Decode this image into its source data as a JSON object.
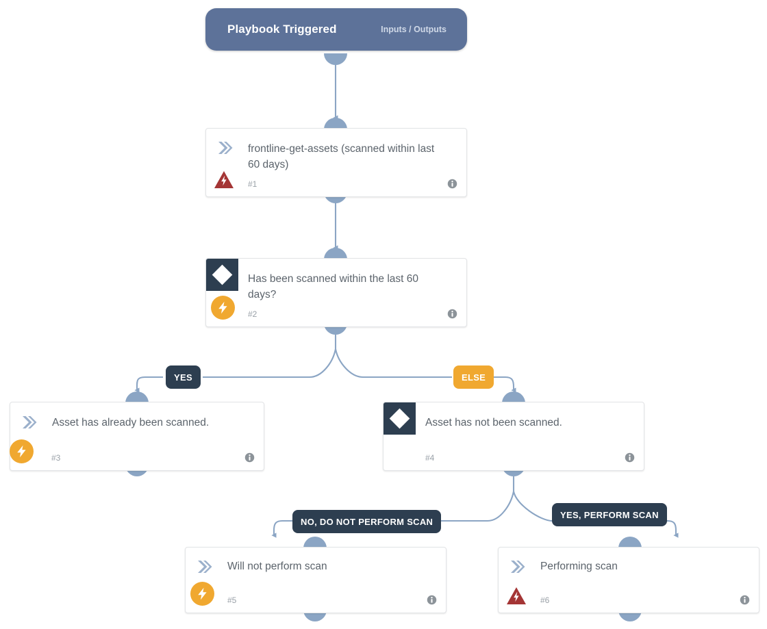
{
  "diagram": {
    "type": "playbook-flowchart",
    "title": "Playbook Triggered",
    "colors": {
      "trigger_fill": "#5d7299",
      "edge": "#8ba5c4",
      "port": "#8ba5c4",
      "decision_box": "#2d3e50",
      "bolt_badge": "#F0A830",
      "warning_badge": "#A43535",
      "chevron_icon": "#9bb0cb",
      "card_border": "#e2e4e6",
      "card_text": "#5b636b",
      "muted_text": "#9aa1a8",
      "info_icon": "#8c9399",
      "branch_dark": "#2d3e50",
      "branch_orange": "#F0A830"
    }
  },
  "trigger": {
    "title": "Playbook Triggered",
    "io_label": "Inputs / Outputs"
  },
  "nodes": [
    {
      "id": "n1",
      "number": "#1",
      "title": "frontline-get-assets (scanned within last 60 days)",
      "kind": "action",
      "icon": "chevron-icon",
      "badge": "warning-badge",
      "info": "info-icon"
    },
    {
      "id": "n2",
      "number": "#2",
      "title": "Has been scanned within the last 60 days?",
      "kind": "decision",
      "icon": "diamond-icon",
      "badge": "bolt-badge",
      "info": "info-icon"
    },
    {
      "id": "n3",
      "number": "#3",
      "title": "Asset has already been scanned.",
      "kind": "action",
      "icon": "chevron-icon",
      "badge": "bolt-badge",
      "info": "info-icon"
    },
    {
      "id": "n4",
      "number": "#4",
      "title": "Asset has not been scanned.",
      "kind": "decision",
      "icon": "diamond-icon",
      "badge": "none",
      "info": "info-icon"
    },
    {
      "id": "n5",
      "number": "#5",
      "title": "Will not perform scan",
      "kind": "action",
      "icon": "chevron-icon",
      "badge": "bolt-badge",
      "info": "info-icon"
    },
    {
      "id": "n6",
      "number": "#6",
      "title": "Performing scan",
      "kind": "action",
      "icon": "chevron-icon",
      "badge": "warning-badge",
      "info": "info-icon"
    }
  ],
  "branches": [
    {
      "id": "b1",
      "label": "YES",
      "style": "dark",
      "from": "#2",
      "to": "#3"
    },
    {
      "id": "b2",
      "label": "ELSE",
      "style": "orange",
      "from": "#2",
      "to": "#4"
    },
    {
      "id": "b3",
      "label": "NO, DO NOT PERFORM SCAN",
      "style": "dark",
      "from": "#4",
      "to": "#5"
    },
    {
      "id": "b4",
      "label": "YES, PERFORM SCAN",
      "style": "dark",
      "from": "#4",
      "to": "#6"
    }
  ]
}
